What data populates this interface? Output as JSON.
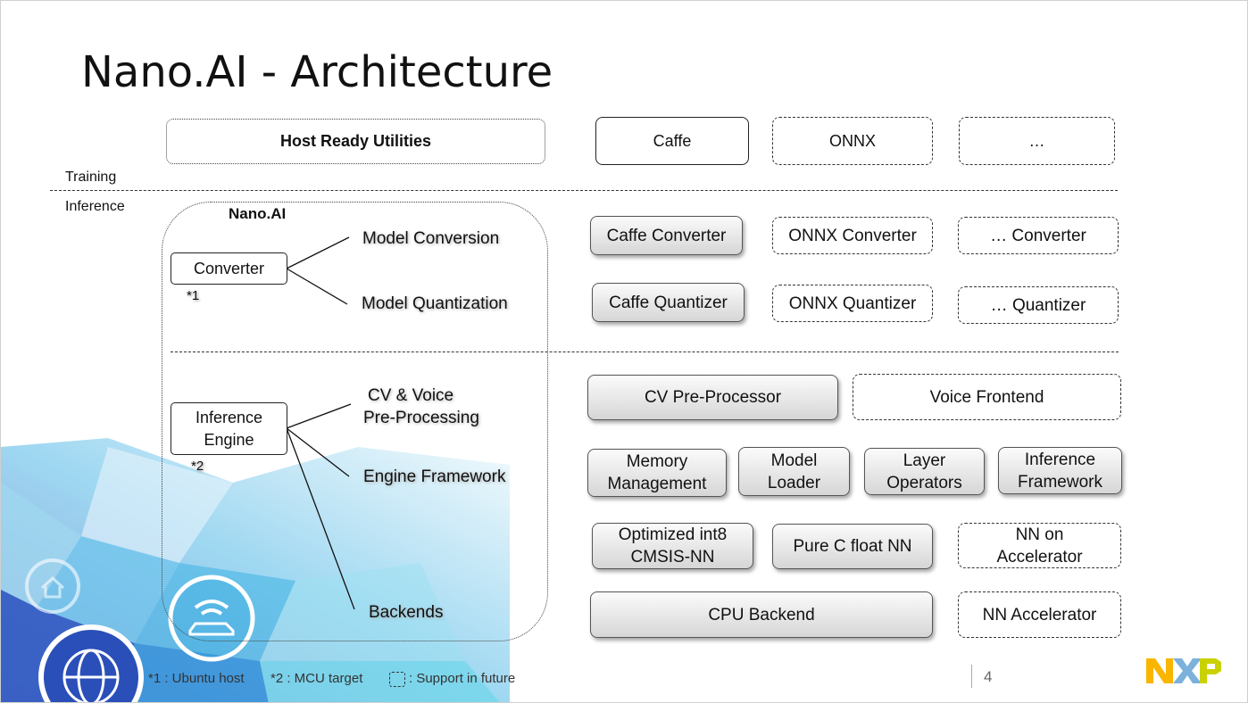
{
  "title": "Nano.AI - Architecture",
  "section_labels": {
    "training": "Training",
    "inference": "Inference"
  },
  "group_label": "Nano.AI",
  "top_row": {
    "host_utilities": "Host Ready Utilities",
    "caffe": "Caffe",
    "onnx": "ONNX",
    "more": "…"
  },
  "left": {
    "converter": "Converter",
    "converter_note": "*1",
    "inference_engine_line1": "Inference",
    "inference_engine_line2": "Engine",
    "engine_note": "*2",
    "model_conversion": "Model Conversion",
    "model_quantization": "Model Quantization",
    "cv_voice_line1": "CV & Voice",
    "cv_voice_line2": "Pre-Processing",
    "engine_framework": "Engine Framework",
    "backends": "Backends"
  },
  "right": {
    "caffe_converter": "Caffe Converter",
    "onnx_converter": "ONNX Converter",
    "more_converter": "… Converter",
    "caffe_quantizer": "Caffe Quantizer",
    "onnx_quantizer": "ONNX Quantizer",
    "more_quantizer": "… Quantizer",
    "cv_preprocessor": "CV Pre-Processor",
    "voice_frontend": "Voice Frontend",
    "memory_line1": "Memory",
    "memory_line2": "Management",
    "model_loader_line1": "Model",
    "model_loader_line2": "Loader",
    "layer_ops_line1": "Layer",
    "layer_ops_line2": "Operators",
    "inf_framework_line1": "Inference",
    "inf_framework_line2": "Framework",
    "int8_line1": "Optimized int8",
    "int8_line2": "CMSIS-NN",
    "pure_c": "Pure C float NN",
    "nn_on_acc_line1": "NN on",
    "nn_on_acc_line2": "Accelerator",
    "cpu_backend": "CPU Backend",
    "nn_accelerator": "NN Accelerator"
  },
  "footer": {
    "note1": "*1 : Ubuntu host",
    "note2": "*2 : MCU target",
    "note3": ": Support in future",
    "page_number": "4",
    "logo": "NXP"
  },
  "colors": {
    "nxp_yellow": "#f9b500",
    "nxp_blue": "#7bb1db",
    "nxp_green": "#c9d200",
    "bg_blue": "#2a66c4",
    "bg_cyan": "#5fd0e8"
  },
  "icons": [
    "home-icon",
    "car-wifi-icon",
    "globe-icon"
  ]
}
